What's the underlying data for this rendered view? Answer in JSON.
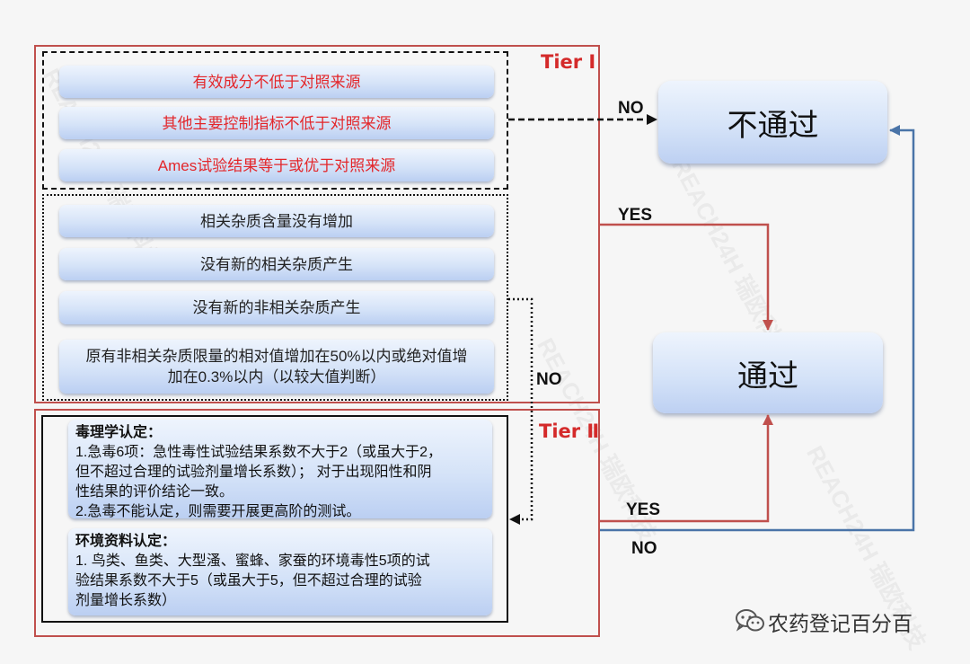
{
  "watermark": {
    "brand_en": "REACH24H",
    "brand_cn": "瑞欧科技"
  },
  "tier1": {
    "label": "Tier Ⅰ",
    "group_a": [
      "有效成分不低于对照来源",
      "其他主要控制指标不低于对照来源",
      "Ames试验结果等于或优于对照来源"
    ],
    "group_b": [
      "相关杂质含量没有增加",
      "没有新的相关杂质产生",
      "没有新的非相关杂质产生"
    ],
    "group_b_long": [
      "原有非相关杂质限量的相对值增加在50%以内或绝对值增",
      "加在0.3%以内（以较大值判断）"
    ]
  },
  "tier2": {
    "label": "Tier Ⅱ",
    "toxicology": {
      "heading": "毒理学认定：",
      "lines": [
        "1.急毒6项：急性毒性试验结果系数不大于2（或虽大于2，",
        "但不超过合理的试验剂量增长系数）；  对于出现阳性和阴",
        "性结果的评价结论一致。",
        "2.急毒不能认定，则需要开展更高阶的测试。"
      ]
    },
    "environment": {
      "heading": "环境资料认定：",
      "lines": [
        "1. 鸟类、鱼类、大型溞、蜜蜂、家蚕的环境毒性5项的试",
        "验结果系数不大于5（或虽大于5，但不超过合理的试验",
        "剂量增长系数）"
      ]
    }
  },
  "outcomes": {
    "fail": "不通过",
    "pass": "通过"
  },
  "edges": {
    "tier1_no": "NO",
    "tier1_yes": "YES",
    "group_b_no": "NO",
    "tier2_yes": "YES",
    "tier2_no": "NO"
  },
  "footer": {
    "icon": "wechat-icon",
    "brand": "农药登记百分百"
  },
  "colors": {
    "tier_border": "#c0504d",
    "tier_label": "#d42a2a",
    "group_a_text": "#e3262a",
    "yes_arrow": "#c0504d",
    "no_arrow_final": "#4a74a8",
    "card_fill": "#d5e3f8"
  }
}
